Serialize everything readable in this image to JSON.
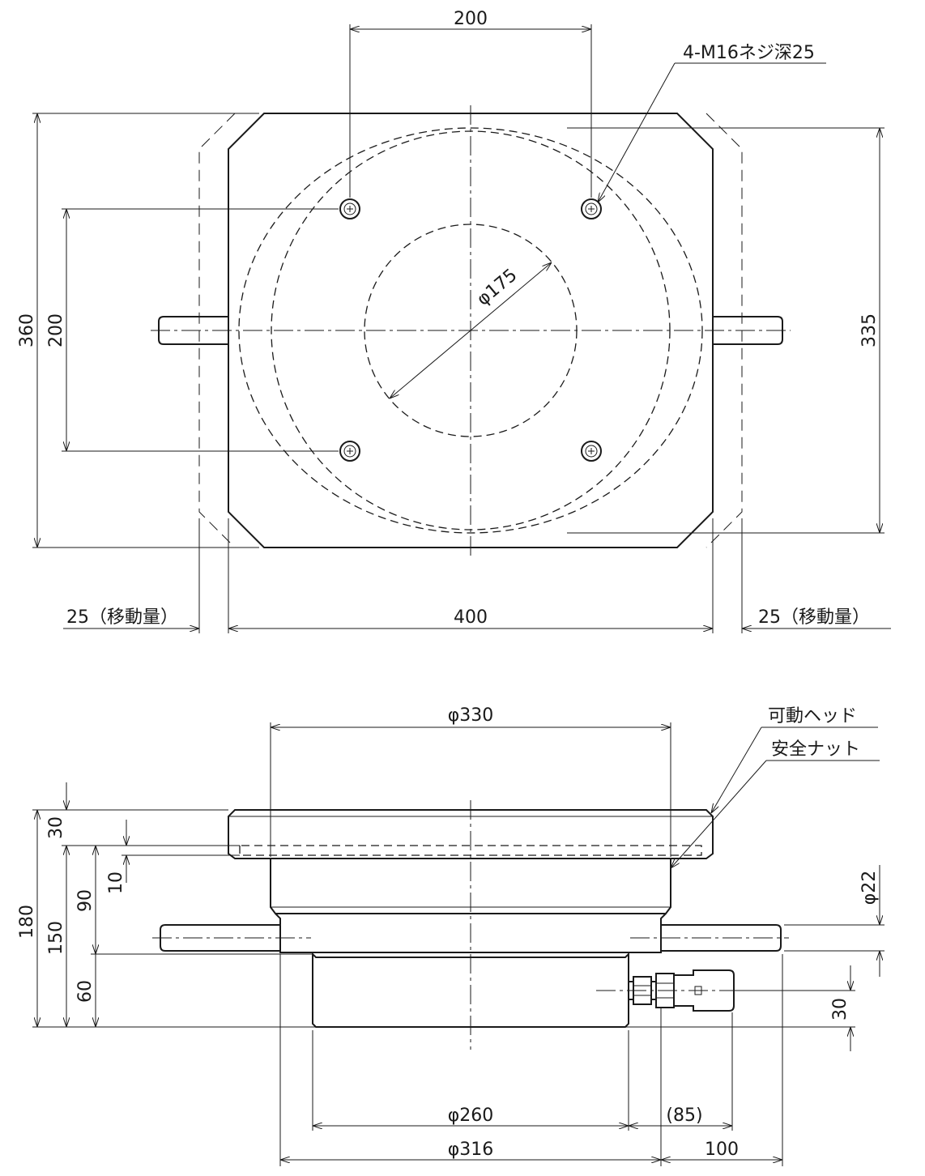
{
  "plan_view": {
    "dim_hole_spacing_x": "200",
    "dim_hole_spacing_y": "200",
    "dim_overall_height": "360",
    "dim_body_height": "335",
    "dim_width": "400",
    "dim_travel_left": "25（移動量）",
    "dim_travel_right": "25（移動量）",
    "dim_inner_dia": "φ175",
    "label_tapped_holes": "4-M16ネジ深25"
  },
  "side_view": {
    "dim_head_dia": "φ330",
    "dim_base_dia": "φ260",
    "dim_body_dia": "φ316",
    "dim_fitting_ref": "(85)",
    "dim_fitting_len": "100",
    "dim_total_height": "180",
    "dim_height_150": "150",
    "dim_head_thickness": "30",
    "dim_height_90": "90",
    "dim_height_60": "60",
    "dim_nut_10": "10",
    "dim_handle_dia": "φ22",
    "dim_port_height": "30",
    "label_movable_head": "可動ヘッド",
    "label_safety_nut": "安全ナット"
  }
}
